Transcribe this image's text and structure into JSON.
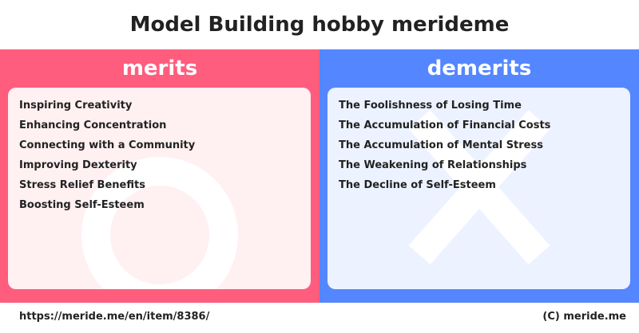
{
  "title": "Model Building hobby merideme",
  "colors": {
    "merits_bg": "#ff5d7d",
    "merits_card": "#fff0f2",
    "demerits_bg": "#5486ff",
    "demerits_card": "#ecf2ff"
  },
  "merits": {
    "heading": "merits",
    "watermark_icon": "circle-icon",
    "items": [
      "Inspiring Creativity",
      "Enhancing Concentration",
      "Connecting with a Community",
      "Improving Dexterity",
      "Stress Relief Benefits",
      "Boosting Self-Esteem"
    ]
  },
  "demerits": {
    "heading": "demerits",
    "watermark_icon": "cross-icon",
    "items": [
      "The Foolishness of Losing Time",
      "The Accumulation of Financial Costs",
      "The Accumulation of Mental Stress",
      "The Weakening of Relationships",
      "The Decline of Self-Esteem"
    ]
  },
  "footer": {
    "url": "https://meride.me/en/item/8386/",
    "copyright": "(C) meride.me"
  }
}
